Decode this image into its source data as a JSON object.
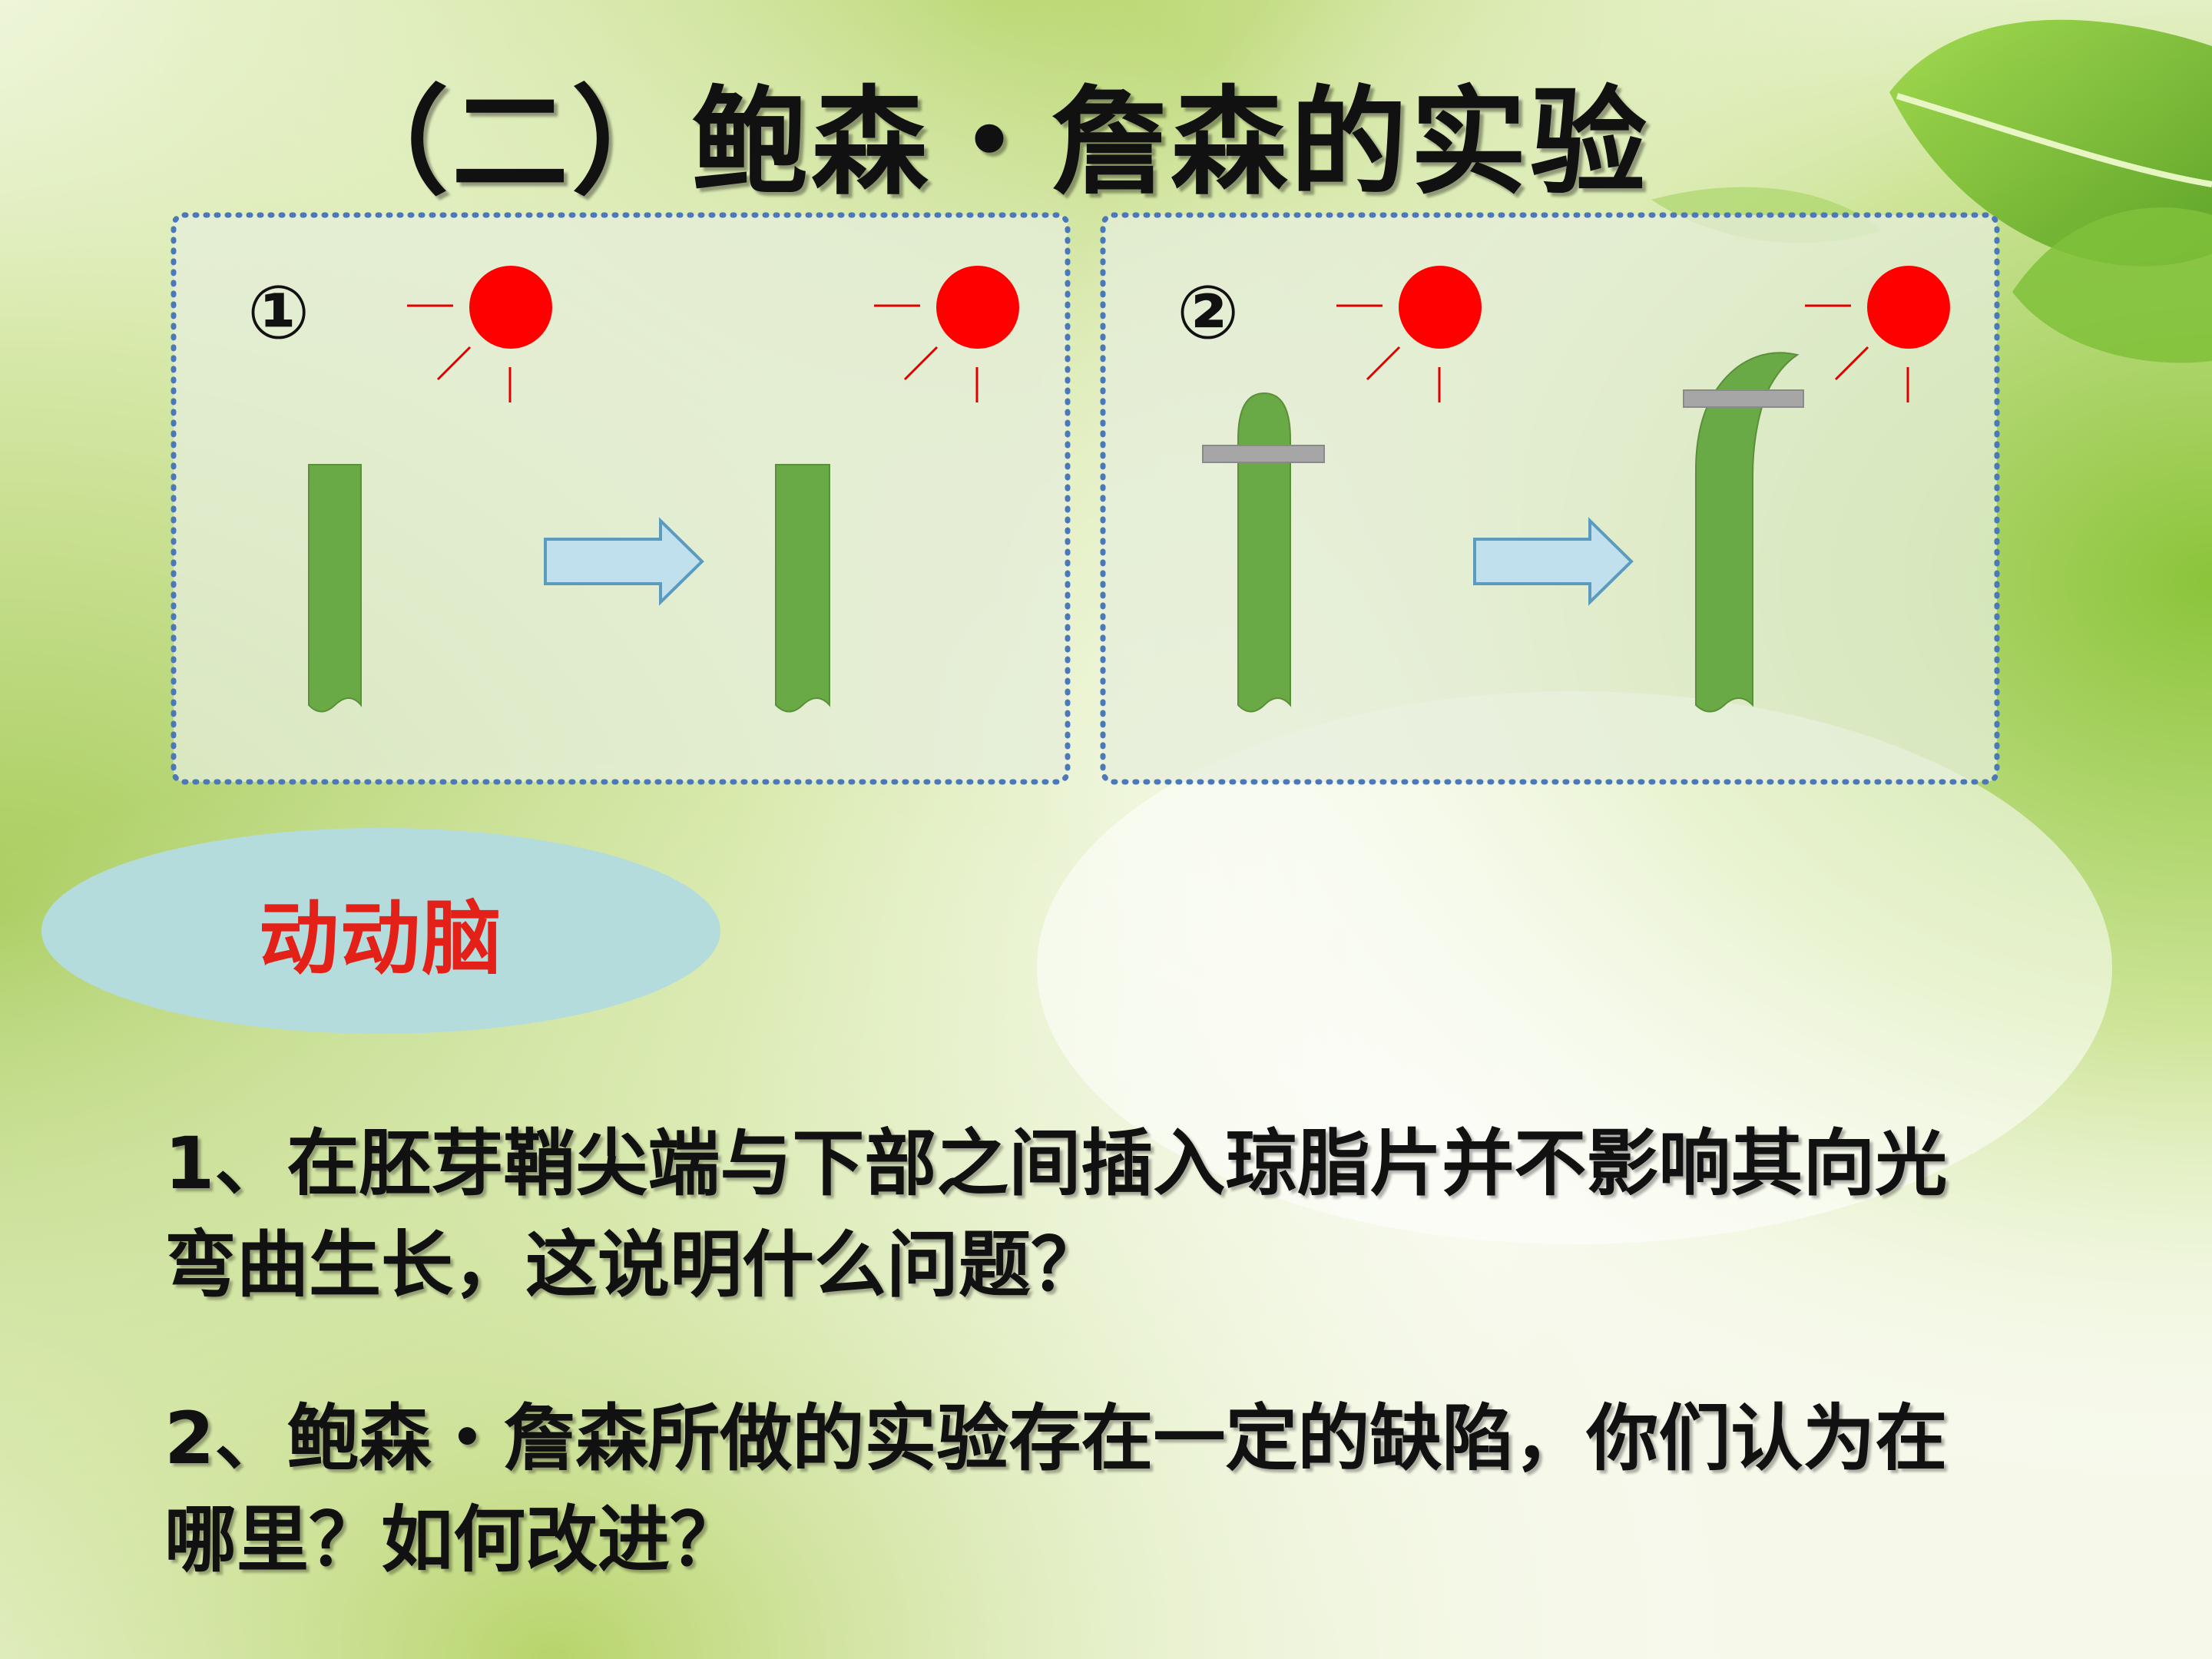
{
  "title": "（二）鲍森・詹森的实验",
  "panels": [
    {
      "marker": "①"
    },
    {
      "marker": "②"
    }
  ],
  "think_label": "动动脑",
  "questions": [
    "1、在胚芽鞘尖端与下部之间插入琼脂片并不影响其向光弯曲生长，这说明什么问题？",
    "2、鲍森・詹森所做的实验存在一定的缺陷，你们认为在哪里？如何改进？"
  ],
  "colors": {
    "sun": "#ff0000",
    "coleoptile": "#6aaa46",
    "agar": "#a6a6a6",
    "arrow_fill": "#bfe0ec",
    "arrow_stroke": "#5b9bbe",
    "panel_border": "#4a78b8",
    "panel_fill": "#e6eedb",
    "think_text": "#e32119"
  }
}
